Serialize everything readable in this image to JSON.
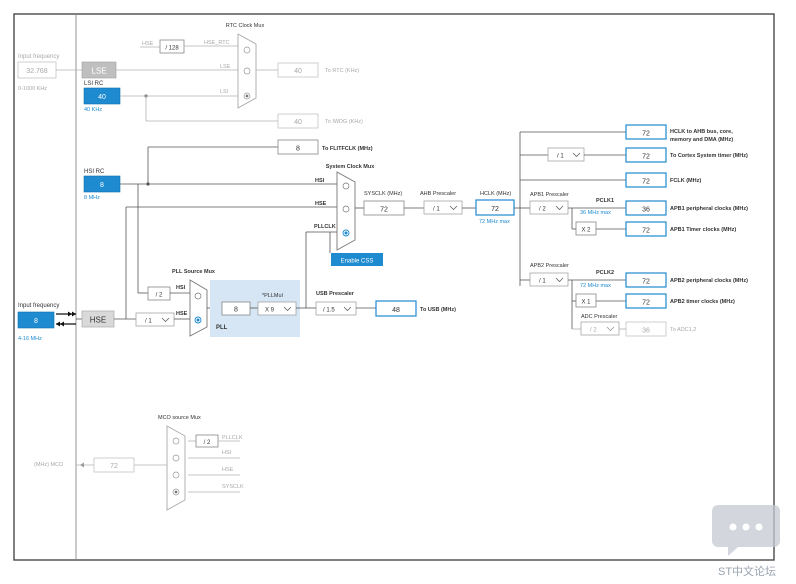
{
  "input_freq_left": {
    "label": "Input frequency",
    "value": "32.768",
    "range": "0-1000 KHz"
  },
  "lse": {
    "label": "LSE"
  },
  "lsi_rc": {
    "title": "LSI RC",
    "value": "40",
    "unit": "40 KHz"
  },
  "hsi_rc": {
    "title": "HSI RC",
    "value": "8",
    "unit": "8 MHz"
  },
  "hse_input": {
    "label": "Input frequency",
    "value": "8",
    "range": "4-16 MHz",
    "block": "HSE"
  },
  "rtc_mux": {
    "title": "RTC Clock Mux",
    "in_hse_div": "/ 128",
    "in_hse_rtc": "HSE_RTC",
    "hse": "HSE",
    "in_lse": "LSE",
    "in_lsi": "LSI"
  },
  "rtc_out": {
    "value": "40",
    "label": "To RTC (KHz)"
  },
  "iwdg_out": {
    "value": "40",
    "label": "To IWDG (KHz)"
  },
  "flitf": {
    "value": "8",
    "label": "To FLITFCLK (MHz)"
  },
  "sys_mux": {
    "title": "System Clock Mux",
    "hsi": "HSI",
    "hse": "HSE",
    "pllclk": "PLLCLK"
  },
  "enable_css": "Enable CSS",
  "sysclk": {
    "label": "SYSCLK (MHz)",
    "value": "72"
  },
  "ahb": {
    "label": "AHB Prescaler",
    "value": "/ 1"
  },
  "hclk": {
    "label": "HCLK (MHz)",
    "value": "72",
    "max": "72 MHz max"
  },
  "apb1": {
    "label": "APB1 Prescaler",
    "value": "/ 2",
    "pclk": "PCLK1",
    "max": "36 MHz max",
    "timer_mult": "X 2"
  },
  "apb2": {
    "label": "APB2 Prescaler",
    "value": "/ 1",
    "pclk": "PCLK2",
    "max": "72 MHz max",
    "timer_mult": "X 1"
  },
  "adc": {
    "label": "ADC Prescaler",
    "value": "/ 2"
  },
  "cortex_div": "/ 1",
  "outputs": [
    {
      "value": "72",
      "label": "HCLK to AHB bus, core,",
      "label2": "memory and DMA (MHz)"
    },
    {
      "value": "72",
      "label": "To Cortex System timer (MHz)"
    },
    {
      "value": "72",
      "label": "FCLK (MHz)"
    },
    {
      "value": "36",
      "label": "APB1 peripheral clocks (MHz)"
    },
    {
      "value": "72",
      "label": "APB1 Timer clocks (MHz)"
    },
    {
      "value": "72",
      "label": "APB2 peripheral clocks (MHz)"
    },
    {
      "value": "72",
      "label": "APB2 timer clocks (MHz)"
    },
    {
      "value": "36",
      "label": "To ADC1,2"
    }
  ],
  "pll_src_mux": {
    "title": "PLL Source Mux",
    "hsi_div": "/ 2",
    "hsi": "HSI",
    "hse": "HSE",
    "hse_div": "/ 1"
  },
  "pll": {
    "label": "PLL",
    "mul_label": "*PLLMul",
    "input": "8",
    "mul": "X 9"
  },
  "usb": {
    "label": "USB Prescaler",
    "value": "/ 1.5",
    "out": "48",
    "out_label": "To USB (MHz)"
  },
  "mco": {
    "title": "MCO source Mux",
    "div": "/ 2",
    "pllclk": "PLLCLK",
    "hsi": "HSI",
    "hse": "HSE",
    "sysclk": "SYSCLK",
    "out_label": "(MHz) MCO",
    "value": "72"
  },
  "watermark": "ST中文论坛"
}
